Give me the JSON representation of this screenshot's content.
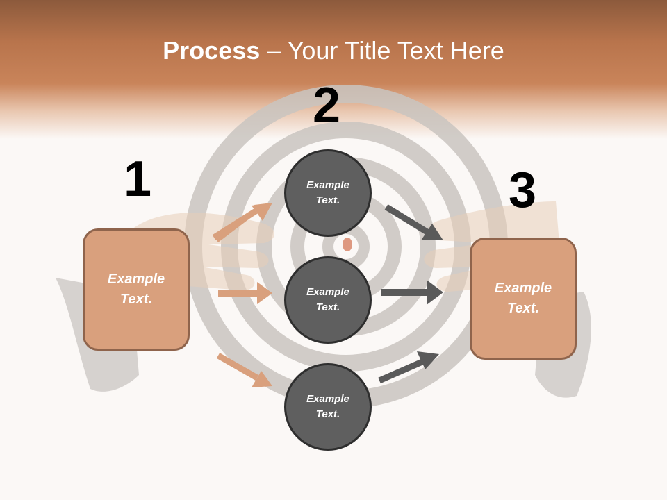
{
  "title": {
    "bold": "Process",
    "rest": " – Your Title Text Here"
  },
  "steps": {
    "one": "1",
    "two": "2",
    "three": "3"
  },
  "boxes": {
    "left": "Example\nText.",
    "right": "Example\nText."
  },
  "circles": {
    "top": "Example\nText.",
    "middle": "Example\nText.",
    "bottom": "Example\nText."
  },
  "colors": {
    "header_brown": "#b8744c",
    "box_fill": "#d9a07d",
    "box_border": "#8f644c",
    "circle_fill": "#5f5f5f",
    "arrow_tan": "#d9a07d",
    "arrow_gray": "#5a5a5a"
  }
}
